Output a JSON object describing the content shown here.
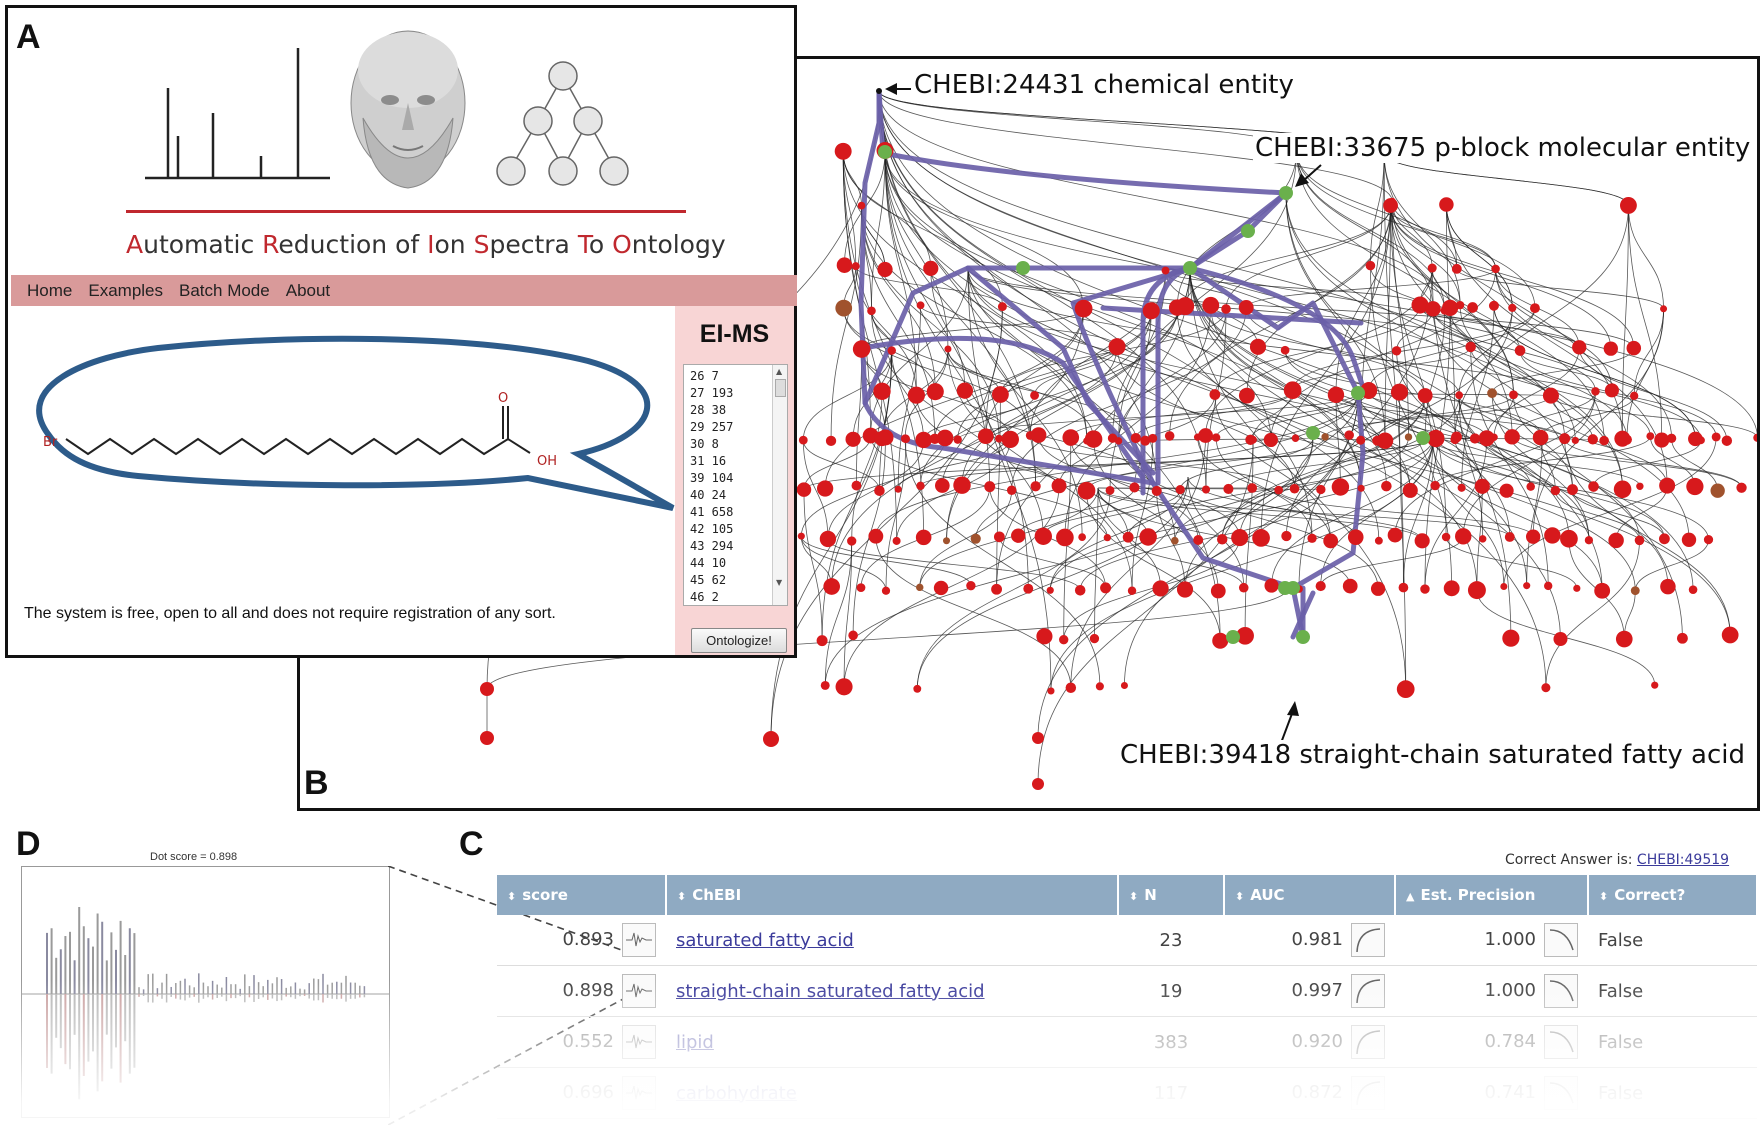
{
  "panel_labels": {
    "a": "A",
    "b": "B",
    "c": "C",
    "d": "D"
  },
  "app": {
    "title_parts": [
      {
        "text": "A",
        "highlight": true
      },
      {
        "text": "utomatic ",
        "highlight": false
      },
      {
        "text": "R",
        "highlight": true
      },
      {
        "text": "eduction of ",
        "highlight": false
      },
      {
        "text": "I",
        "highlight": true
      },
      {
        "text": "on ",
        "highlight": false
      },
      {
        "text": "S",
        "highlight": true
      },
      {
        "text": "pectra ",
        "highlight": false
      },
      {
        "text": "T",
        "highlight": true
      },
      {
        "text": "o ",
        "highlight": false
      },
      {
        "text": "O",
        "highlight": true
      },
      {
        "text": "ntology",
        "highlight": false
      }
    ],
    "nav": [
      "Home",
      "Examples",
      "Batch Mode",
      "About"
    ],
    "molecule_labels": {
      "br": "Br",
      "o": "O",
      "oh": "OH"
    },
    "free_text": "The system is free, open to all and does not require registration of any sort.",
    "ei_ms": {
      "title": "EI-MS",
      "lines": [
        "26 7",
        "27 193",
        "28 38",
        "29 257",
        "30 8",
        "31 16",
        "39 104",
        "40 24",
        "41 658",
        "42 105",
        "43 294",
        "44 10",
        "45 62",
        "46 2"
      ],
      "button": "Ontologize!"
    },
    "colors": {
      "accent": "#c0282e",
      "nav_bg": "#d99a9a",
      "ei_bg": "#f8d5d5",
      "path": "#6a5fa8",
      "node_red": "#d7191c",
      "node_green": "#6ab04c",
      "node_brown": "#a0522d"
    }
  },
  "graph": {
    "labels": {
      "root": "CHEBI:24431 chemical entity",
      "pblock": "CHEBI:33675 p-block molecular entity",
      "target": "CHEBI:39418 straight-chain saturated fatty acid"
    }
  },
  "panel_d": {
    "title": "Dot score = 0.898"
  },
  "panel_c": {
    "correct_prefix": "Correct Answer is:",
    "correct_link": "CHEBI:49519",
    "headers": [
      "score",
      "ChEBI",
      "N",
      "AUC",
      "Est. Precision",
      "Correct?"
    ],
    "rows": [
      {
        "score": "0.893",
        "chebi": "saturated fatty acid",
        "n": "23",
        "auc": "0.981",
        "precision": "1.000",
        "correct": "False"
      },
      {
        "score": "0.898",
        "chebi": "straight-chain saturated fatty acid",
        "n": "19",
        "auc": "0.997",
        "precision": "1.000",
        "correct": "False"
      },
      {
        "score": "0.552",
        "chebi": "lipid",
        "n": "383",
        "auc": "0.920",
        "precision": "0.784",
        "correct": "False"
      },
      {
        "score": "0.696",
        "chebi": "carbohydrate",
        "n": "117",
        "auc": "0.872",
        "precision": "0.741",
        "correct": "False"
      }
    ]
  }
}
